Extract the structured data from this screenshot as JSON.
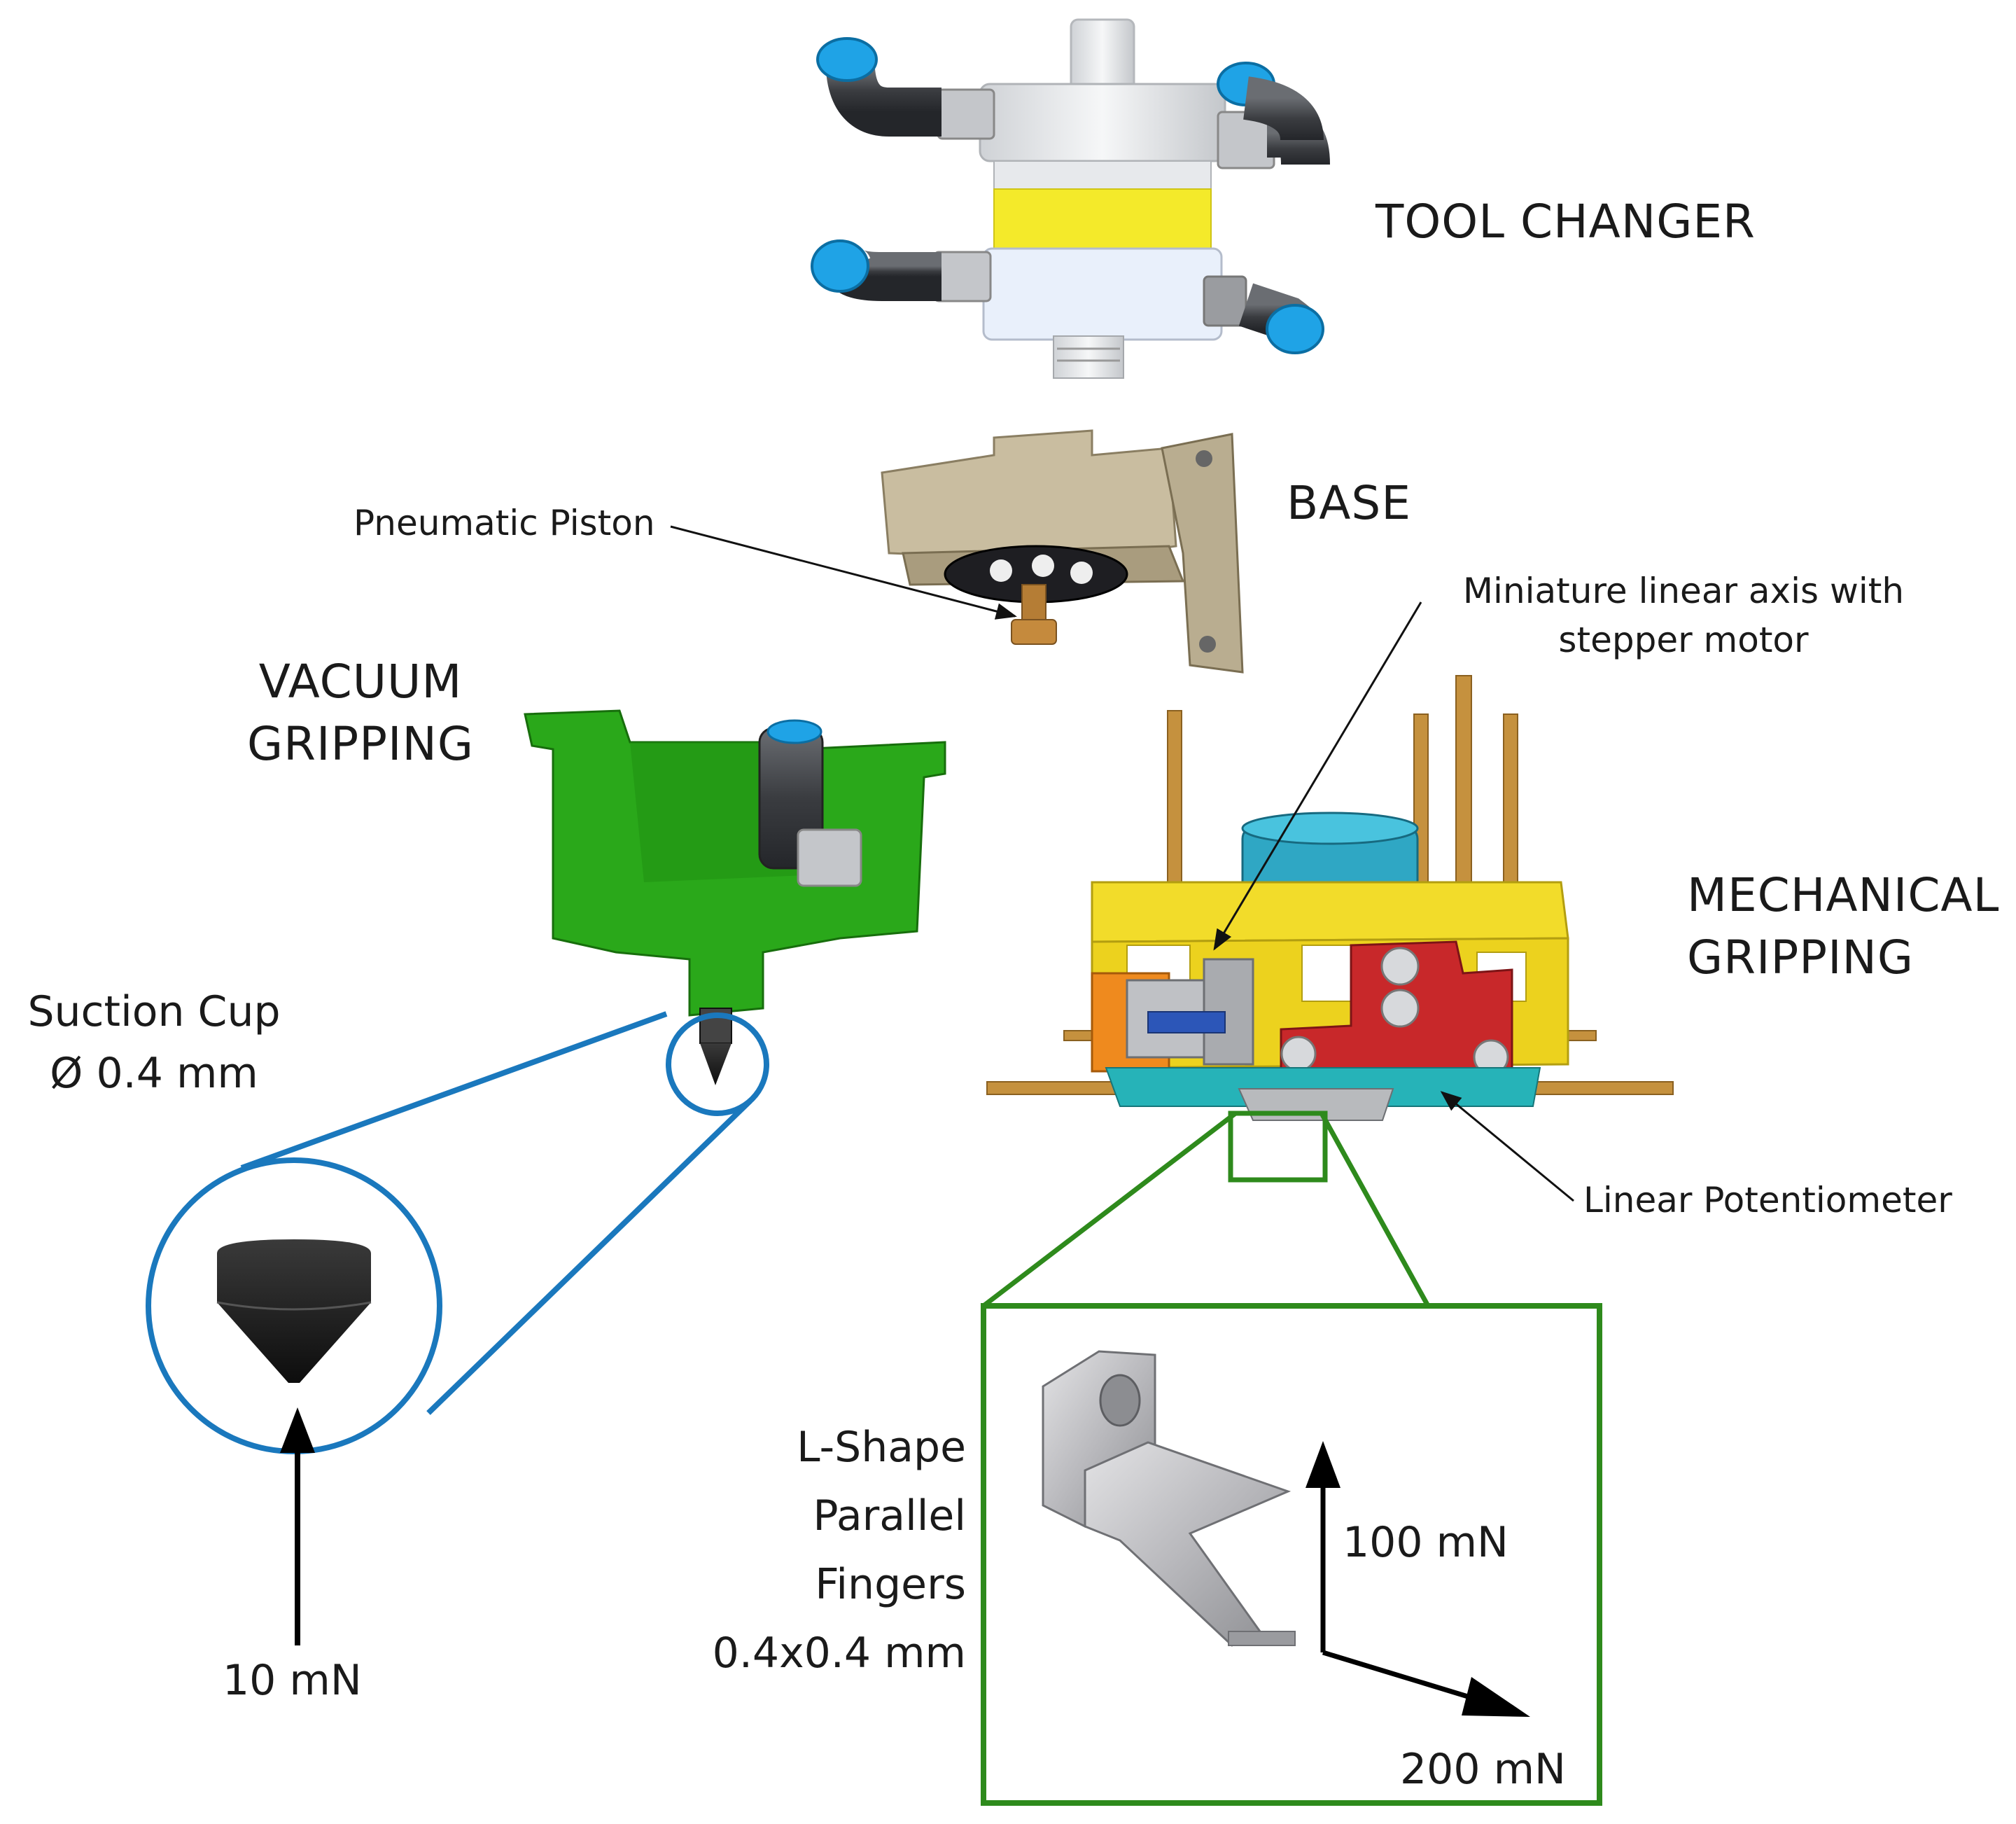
{
  "labels": {
    "tool_changer": "TOOL CHANGER",
    "base": "BASE",
    "pneumatic_piston": "Pneumatic Piston",
    "vacuum_gripping": [
      "VACUUM",
      "GRIPPING"
    ],
    "mechanical_gripping": [
      "MECHANICAL",
      "GRIPPING"
    ],
    "miniature_linear_axis": [
      "Miniature linear axis with",
      "stepper motor"
    ],
    "linear_potentiometer": "Linear Potentiometer",
    "suction_cup": [
      "Suction Cup",
      "Ø 0.4 mm"
    ],
    "force_vacuum": "10 mN",
    "fingers": [
      "L-Shape",
      "Parallel",
      "Fingers",
      "0.4x0.4 mm"
    ],
    "force_vertical": "100 mN",
    "force_horizontal": "200 mN"
  },
  "colors": {
    "vacuum_callout": "#1a78bd",
    "mechanical_callout": "#2e8a1c",
    "green_part": "#2aa81a",
    "yellow_frame": "#f2dc2a",
    "red_block": "#c8282a",
    "base_tan": "#c9bda0",
    "fitting_blue": "#1fa3e6"
  }
}
